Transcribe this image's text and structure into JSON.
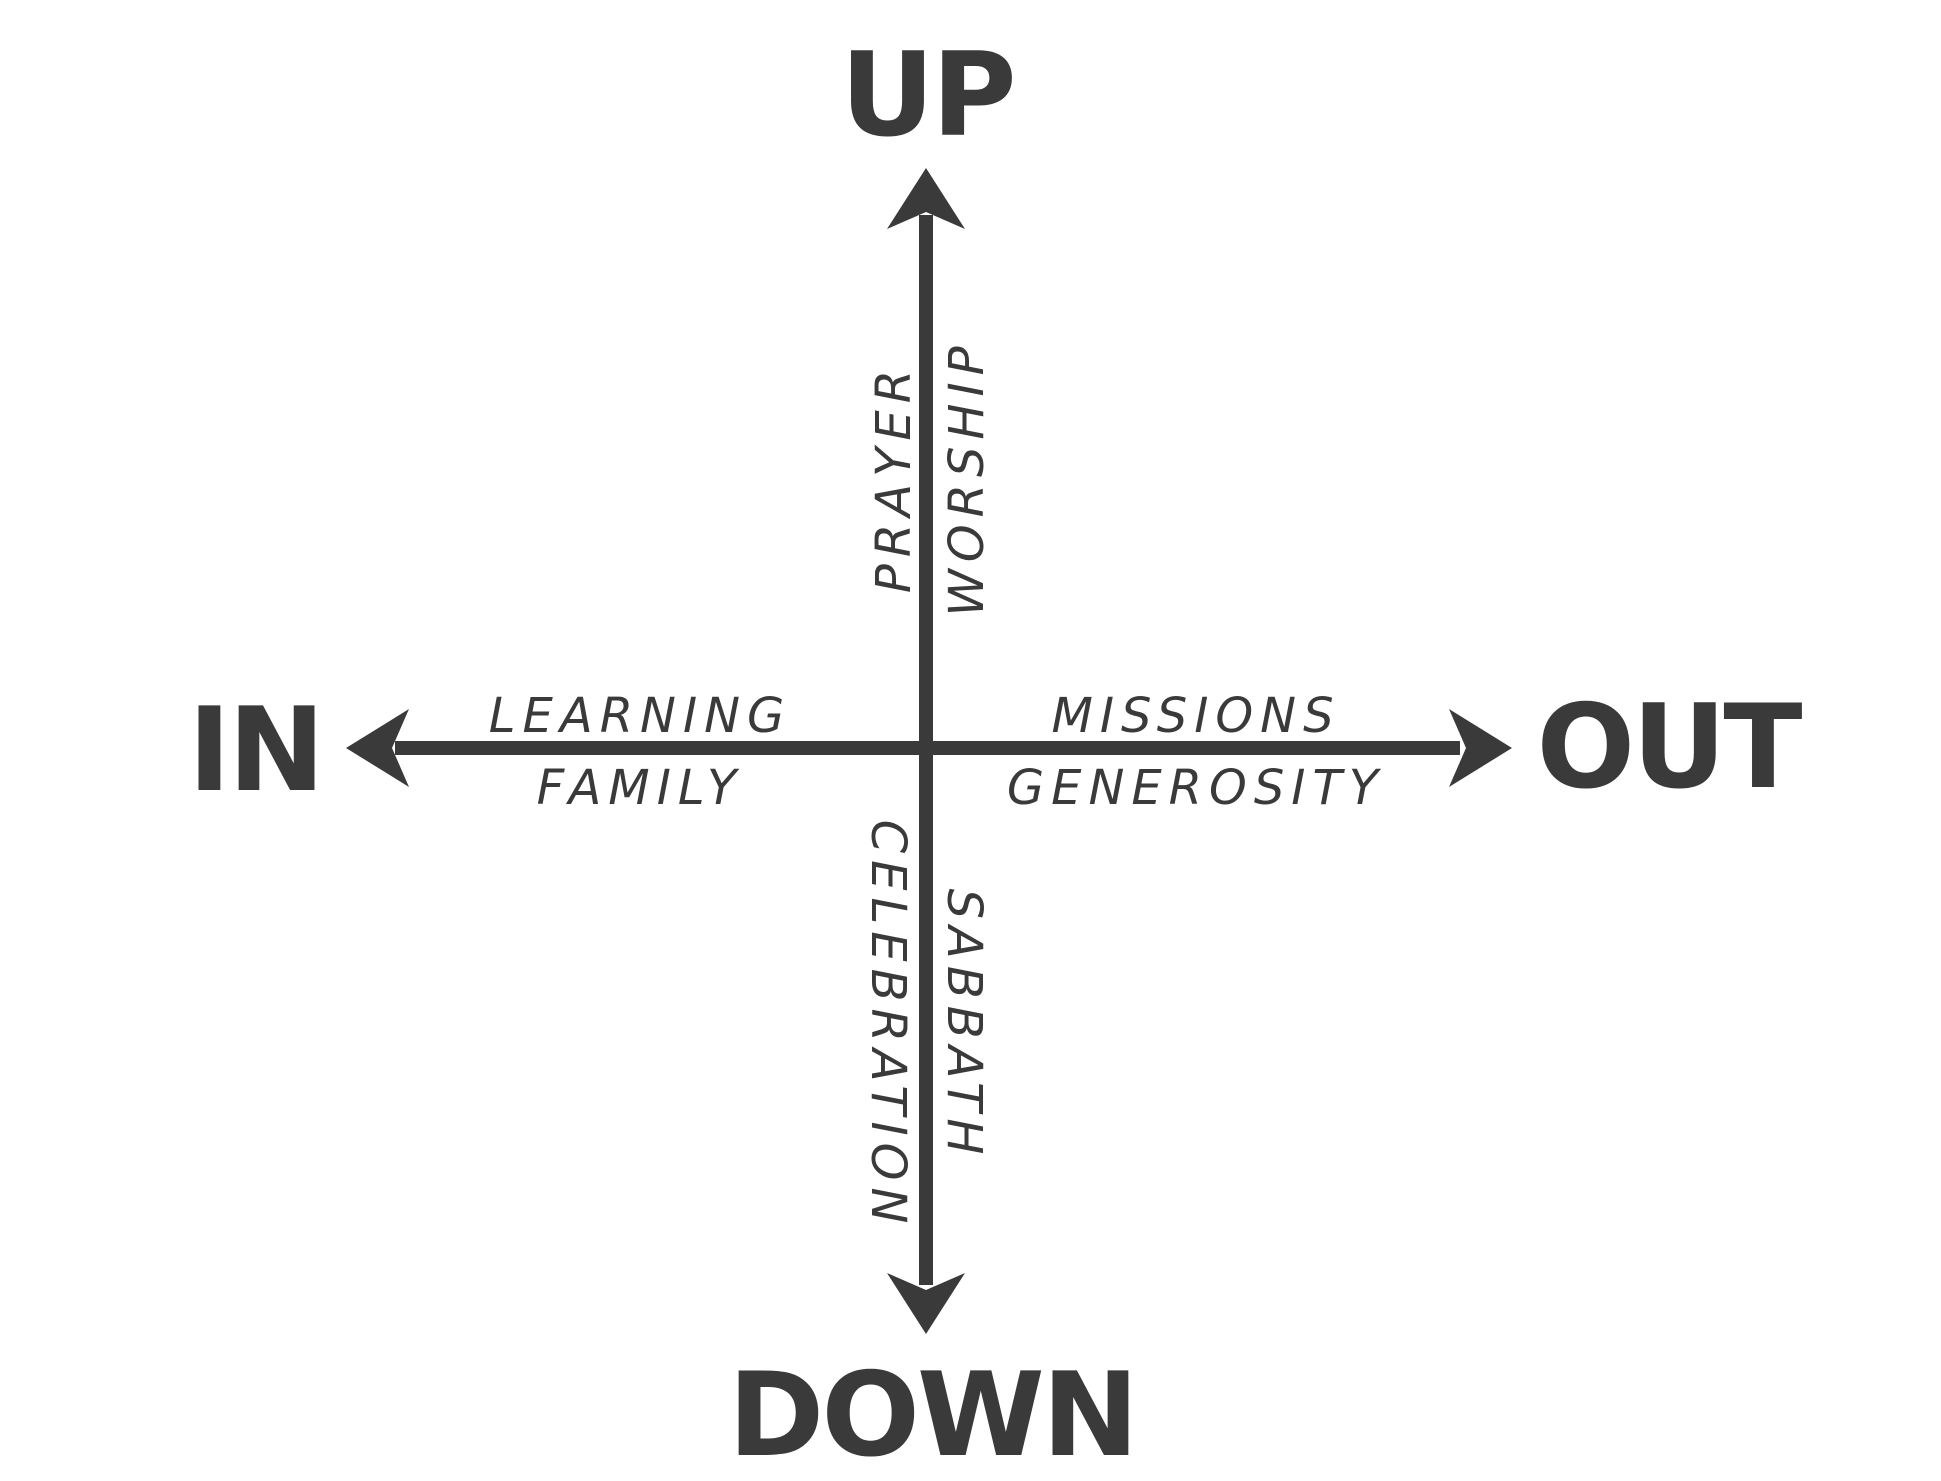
{
  "colors": {
    "ink": "#3a3a3a",
    "background": "#ffffff"
  },
  "directions": {
    "up": "UP",
    "down": "DOWN",
    "in": "IN",
    "out": "OUT"
  },
  "activities": {
    "up_left": "PRAYER",
    "up_right": "WORSHIP",
    "down_left": "CELEBRATION",
    "down_right": "SABBATH",
    "in_above": "LEARNING",
    "in_below": "FAMILY",
    "out_above": "MISSIONS",
    "out_below": "GENEROSITY"
  }
}
